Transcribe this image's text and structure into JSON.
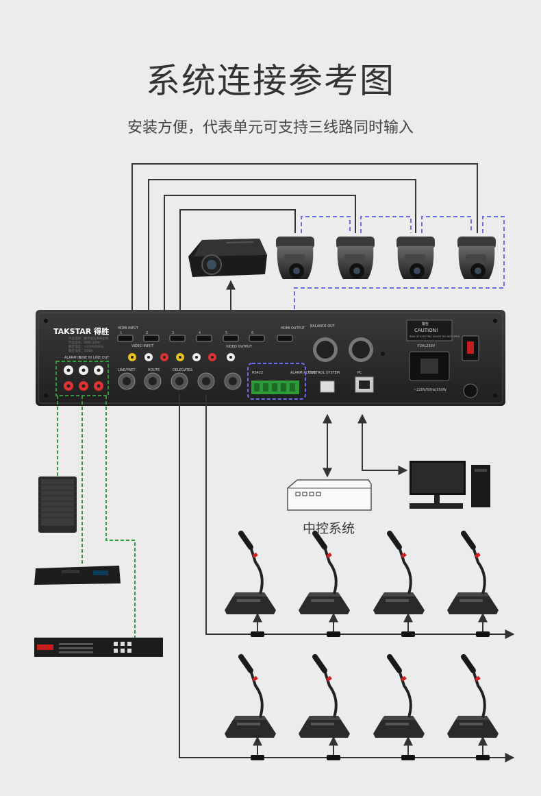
{
  "title": "系统连接参考图",
  "subtitle": "安装方便，代表单元可支持三线路同时输入",
  "central_control_label": "中控系统",
  "device_panel": {
    "brand": "TAKSTAR 得胜",
    "labels": {
      "hdmi_input": "HDMI INPUT",
      "hdmi_output": "HDMI OUTPUT",
      "video_input": "VIDEO INPUT",
      "video_output": "VIDEO OUTPUT",
      "balance_out": "BALANCE OUT",
      "alarm_in": "ALARM IN",
      "line_in": "LINE IN",
      "line_out": "LINE OUT",
      "interpret": "LINE/PRET",
      "route": "ROUTE",
      "delegates": "DELEGATES",
      "rs422": "RS422",
      "alarm_active": "ALARM ACTIVE",
      "control_system": "CONTROL SYSTEM",
      "pc": "PC",
      "fuse": "F2AL250V",
      "power_rating": "~220V/50Hz/350W",
      "caution": "CAUTION!",
      "caution_detail": "RISK OF ELECTRIC SHOCK DO NOT OPEN",
      "warning_cn": "警告",
      "hdmi_ports": [
        "1",
        "2",
        "3",
        "4",
        "5",
        "6"
      ]
    }
  },
  "colors": {
    "background": "#ececec",
    "panel": "#2b2b2b",
    "connection_line": "#333333",
    "camera_link": "#6d6de8",
    "audio_link": "#2e9a3a"
  }
}
